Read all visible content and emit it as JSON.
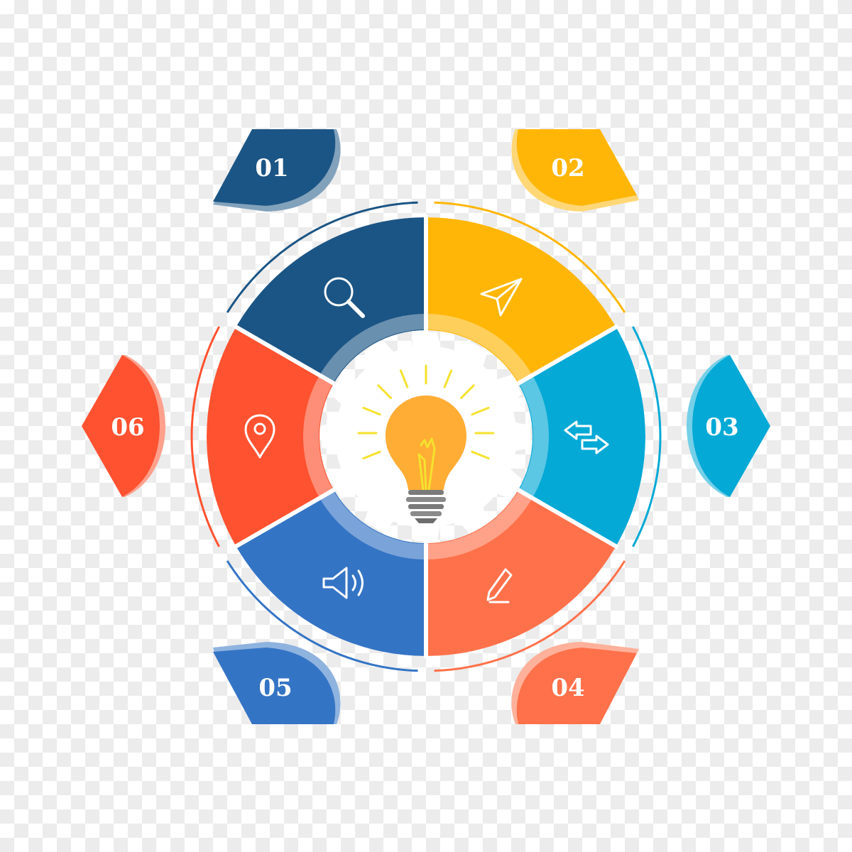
{
  "steps": [
    {
      "number": "01",
      "color": "#1B5585",
      "icon": "search-icon"
    },
    {
      "number": "02",
      "color": "#FFB606",
      "icon": "send-arrow-icon"
    },
    {
      "number": "03",
      "color": "#04A9D6",
      "icon": "swap-arrows-icon"
    },
    {
      "number": "04",
      "color": "#FF714A",
      "icon": "pencil-icon"
    },
    {
      "number": "05",
      "color": "#3474C5",
      "icon": "speaker-icon"
    },
    {
      "number": "06",
      "color": "#FF5230",
      "icon": "location-pin-icon"
    }
  ],
  "center": {
    "icon": "light-bulb-icon",
    "bulb_color": "#FFAD35",
    "ray_color": "#F5E22E"
  }
}
